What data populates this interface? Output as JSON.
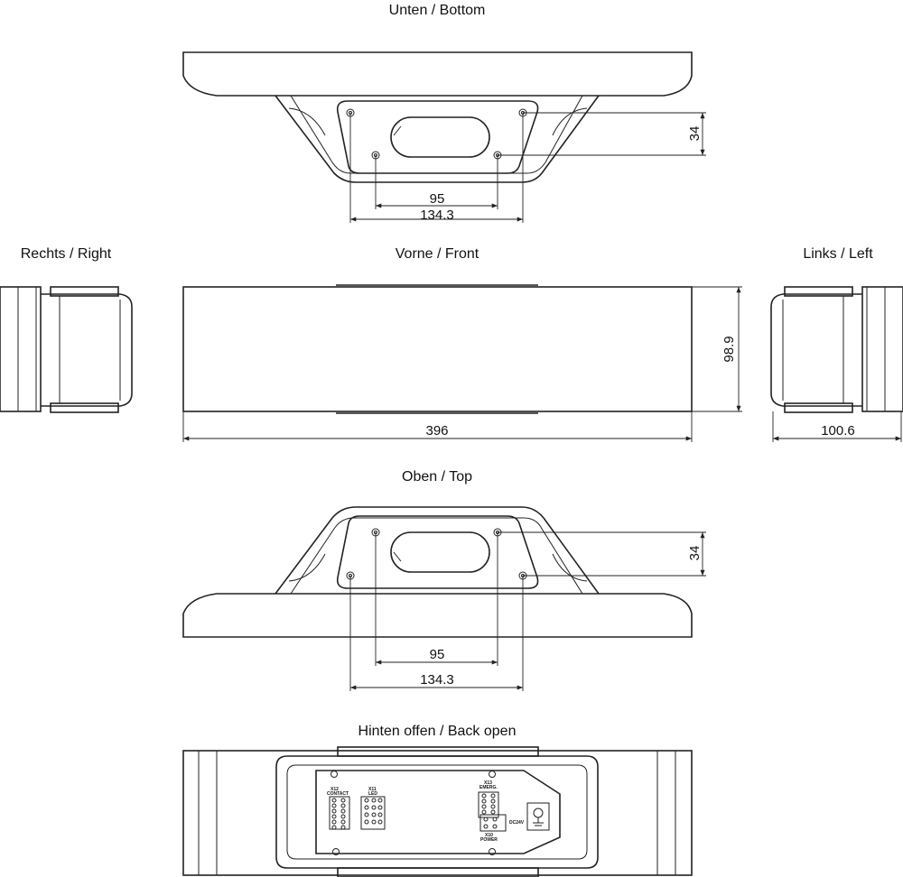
{
  "views": {
    "bottom": {
      "title": "Unten / Bottom",
      "dim_height": "34",
      "dim_inner": "95",
      "dim_outer": "134.3"
    },
    "right": {
      "title": "Rechts / Right"
    },
    "front": {
      "title": "Vorne / Front",
      "dim_height": "98.9",
      "dim_width": "396"
    },
    "left": {
      "title": "Links / Left",
      "dim_depth": "100.6"
    },
    "top": {
      "title": "Oben / Top",
      "dim_height": "34",
      "dim_inner": "95",
      "dim_outer": "134.3"
    },
    "back": {
      "title": "Hinten offen / Back open",
      "labels": {
        "contact": "X12\nCONTACT",
        "led": "X11\nLED",
        "emerg": "X13\nEMERG.",
        "power": "X10\nPOWER",
        "dc": "DC24V"
      }
    }
  },
  "colors": {
    "line": "#222222",
    "background": "#ffffff"
  }
}
